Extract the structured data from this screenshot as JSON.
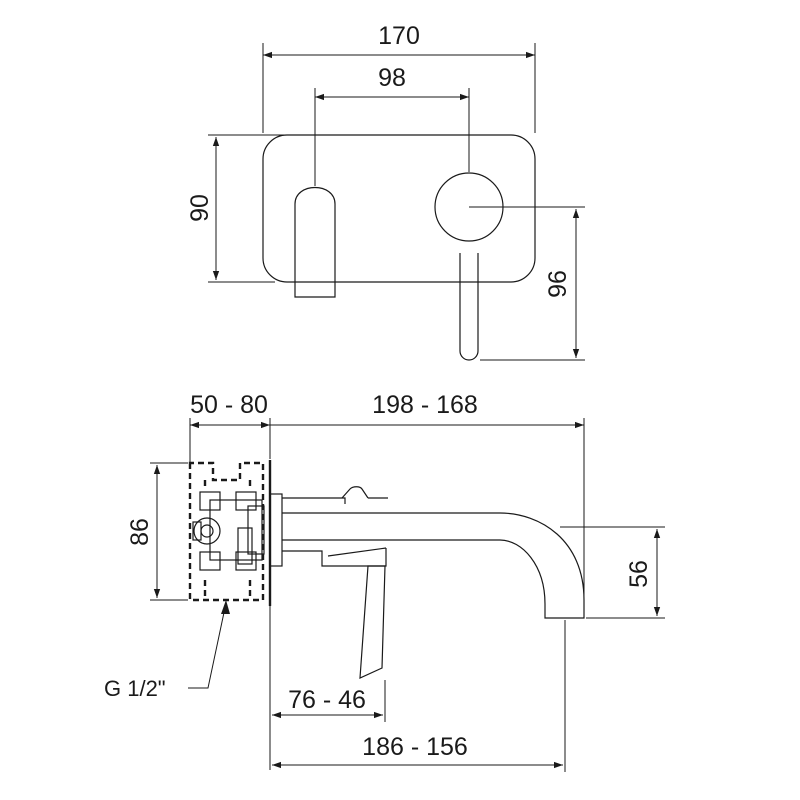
{
  "top_view": {
    "dim_width": "170",
    "dim_spacing": "98",
    "dim_height": "90",
    "dim_lever": "96"
  },
  "side_view": {
    "dim_depth": "50 - 80",
    "dim_spout_reach": "198 - 168",
    "dim_body_height": "86",
    "dim_spout_height": "56",
    "dim_connection": "G 1/2\"",
    "dim_lever_reach": "76 - 46",
    "dim_total_reach": "186 - 156"
  }
}
